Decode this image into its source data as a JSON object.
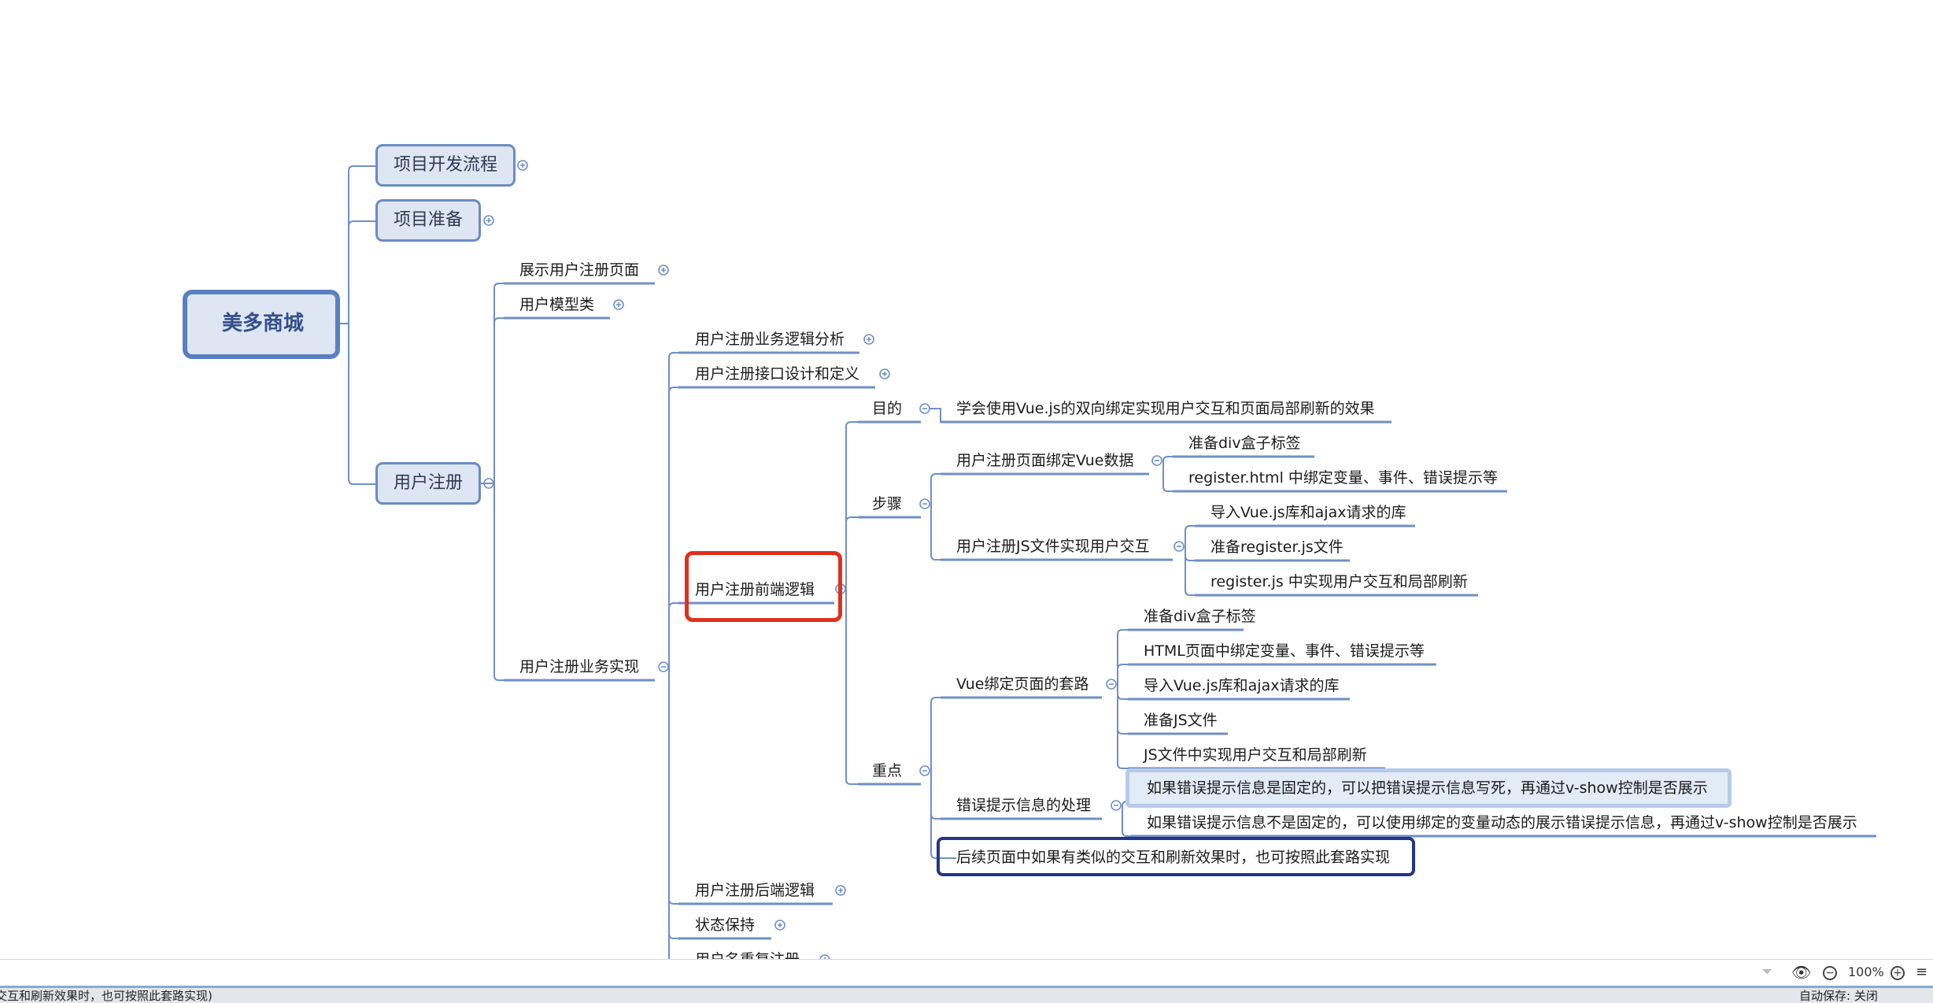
{
  "mindmap": {
    "root": "美多商城",
    "branches": {
      "process": "项目开发流程",
      "prepare": "项目准备",
      "register": "用户注册"
    },
    "register_children": {
      "show_page": "展示用户注册页面",
      "user_model": "用户模型类",
      "business": "用户注册业务实现"
    },
    "business_children": {
      "analysis": "用户注册业务逻辑分析",
      "api": "用户注册接口设计和定义",
      "frontend": "用户注册前端逻辑",
      "backend": "用户注册后端逻辑",
      "state": "状态保持",
      "duplicate": "用户名重复注册"
    },
    "frontend_children": {
      "purpose": "目的",
      "steps": "步骤",
      "key_points": "重点"
    },
    "purpose_text": "学会使用Vue.js的双向绑定实现用户交互和页面局部刷新的效果",
    "steps_children": {
      "bind_vue": "用户注册页面绑定Vue数据",
      "js_file": "用户注册JS文件实现用户交互"
    },
    "bind_vue_children": {
      "div_box": "准备div盒子标签",
      "html_bind": "register.html 中绑定变量、事件、错误提示等"
    },
    "js_file_children": {
      "import_libs": "导入Vue.js库和ajax请求的库",
      "prepare_js": "准备register.js文件",
      "impl": "register.js 中实现用户交互和局部刷新"
    },
    "key_children": {
      "vue_routine": "Vue绑定页面的套路",
      "error_handling": "错误提示信息的处理",
      "followup": "后续页面中如果有类似的交互和刷新效果时，也可按照此套路实现"
    },
    "vue_routine_children": {
      "r1": "准备div盒子标签",
      "r2": "HTML页面中绑定变量、事件、错误提示等",
      "r3": "导入Vue.js库和ajax请求的库",
      "r4": "准备JS文件",
      "r5": "JS文件中实现用户交互和局部刷新"
    },
    "error_children": {
      "fixed": "如果错误提示信息是固定的，可以把错误提示信息写死，再通过v-show控制是否展示",
      "dynamic": "如果错误提示信息不是固定的，可以使用绑定的变量动态的展示错误提示信息，再通过v-show控制是否展示"
    }
  },
  "toolbar": {
    "zoom": "100%"
  },
  "status": {
    "left_text": "交互和刷新效果时，也可按照此套路实现)",
    "right_text": "自动保存: 关闭"
  },
  "colors": {
    "line": "#6f8fc7",
    "highlight_red": "#e0301e",
    "selection": "#24348a"
  }
}
